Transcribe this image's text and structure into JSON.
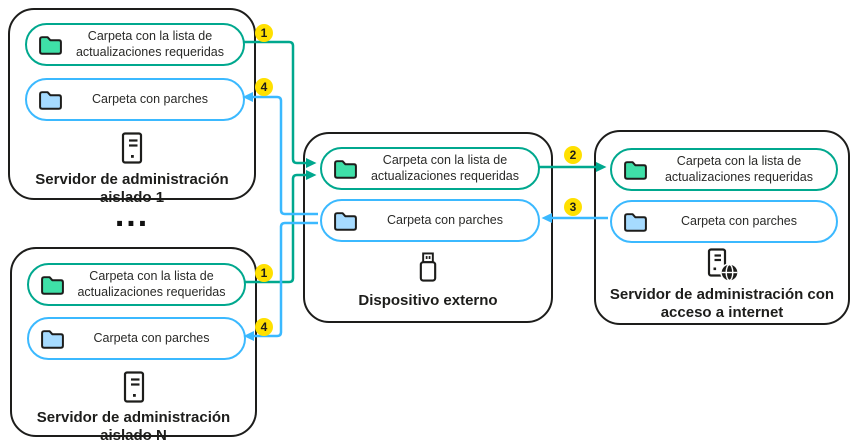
{
  "colors": {
    "outline": "#1D1D1B",
    "flow_green": "#00A88E",
    "flow_blue": "#3BB9FF",
    "badge_yellow": "#FFE000",
    "folder_green": "#3FE0A8",
    "folder_blue": "#A6DBFF"
  },
  "folders": {
    "updates_list": "Carpeta con la lista de actualizaciones requeridas",
    "patches": "Carpeta con parches"
  },
  "nodes": {
    "isolated1": {
      "label": "Servidor de administración aislado 1"
    },
    "isolatedN": {
      "label": "Servidor de administración aislado N"
    },
    "external": {
      "label": "Dispositivo externo"
    },
    "internet": {
      "label": "Servidor de administración con acceso a internet"
    }
  },
  "more_servers": "...",
  "steps": {
    "s1": "1",
    "s2": "2",
    "s3": "3",
    "s4": "4"
  }
}
